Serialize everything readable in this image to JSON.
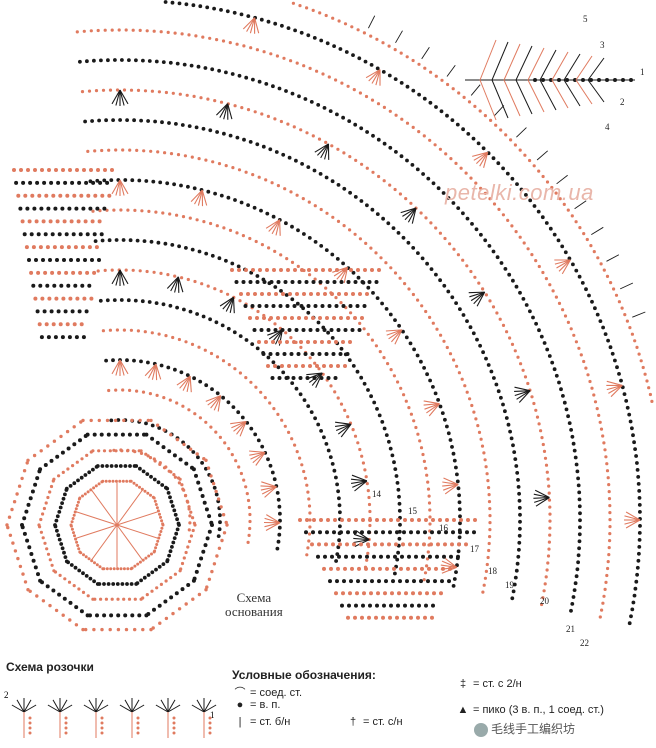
{
  "watermark": "petelki.com.ua",
  "base_scheme": {
    "line1": "Схема",
    "line2": "основания"
  },
  "rose_scheme": {
    "title": "Схема розочки",
    "row_marks": [
      "2",
      "1"
    ]
  },
  "legend": {
    "title": "Условные обозначения:",
    "items": [
      {
        "symbol": "⌒",
        "text": "= соед. ст."
      },
      {
        "symbol": "●",
        "text": "= в. п."
      },
      {
        "symbol": "|",
        "text": "= ст. б/н"
      },
      {
        "symbol": "†",
        "text": "= ст. с/н"
      },
      {
        "symbol": "‡",
        "text": "= ст. с 2/н"
      },
      {
        "symbol": "▲",
        "text": "= пико (3 в. п., 1 соед. ст.)"
      }
    ]
  },
  "leaf_scheme": {
    "row_numbers": [
      "5",
      "3",
      "1",
      "2",
      "4"
    ]
  },
  "row_numbers": [
    "14",
    "15",
    "16",
    "17",
    "18",
    "19",
    "20",
    "21",
    "22"
  ],
  "corner_logo": "毛线手工编织坊",
  "colors": {
    "accent": "#e07a5f",
    "ink": "#1a1a1a",
    "watermark": "#e9b6aa"
  }
}
